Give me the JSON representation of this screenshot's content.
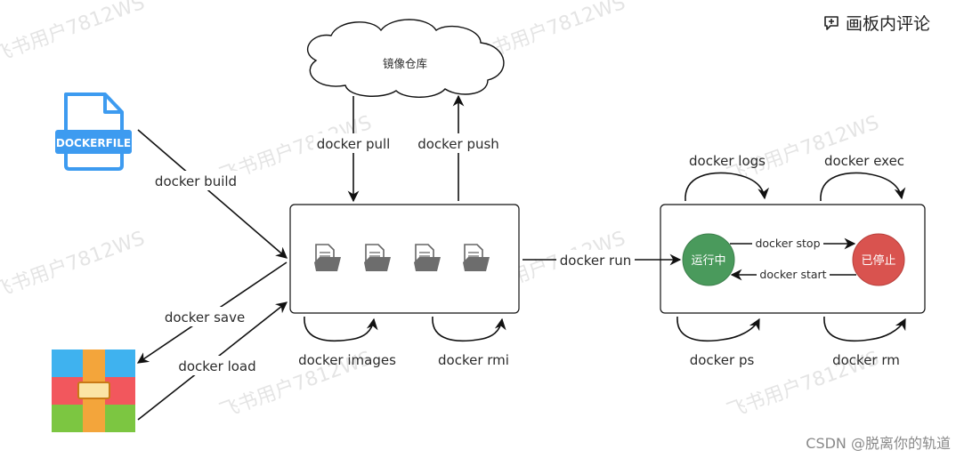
{
  "toolbar": {
    "comment_label": "画板内评论"
  },
  "watermark": {
    "text": "飞书用户7812WS"
  },
  "footer": {
    "credit": "CSDN @脱离你的轨道"
  },
  "nodes": {
    "registry": "镜像仓库",
    "dockerfile": "DOCKERFILE",
    "running": "运行中",
    "stopped": "已停止"
  },
  "edges": {
    "build": "docker build",
    "pull": "docker pull",
    "push": "docker push",
    "save": "docker save",
    "load": "docker load",
    "images": "docker images",
    "rmi": "docker rmi",
    "run": "docker run",
    "logs": "docker logs",
    "exec": "docker exec",
    "stop": "docker stop",
    "start": "docker start",
    "ps": "docker ps",
    "rm": "docker rm"
  },
  "colors": {
    "running": "#4a9a5c",
    "stopped": "#d9534f",
    "dockerfile": "#3d9bf0"
  }
}
